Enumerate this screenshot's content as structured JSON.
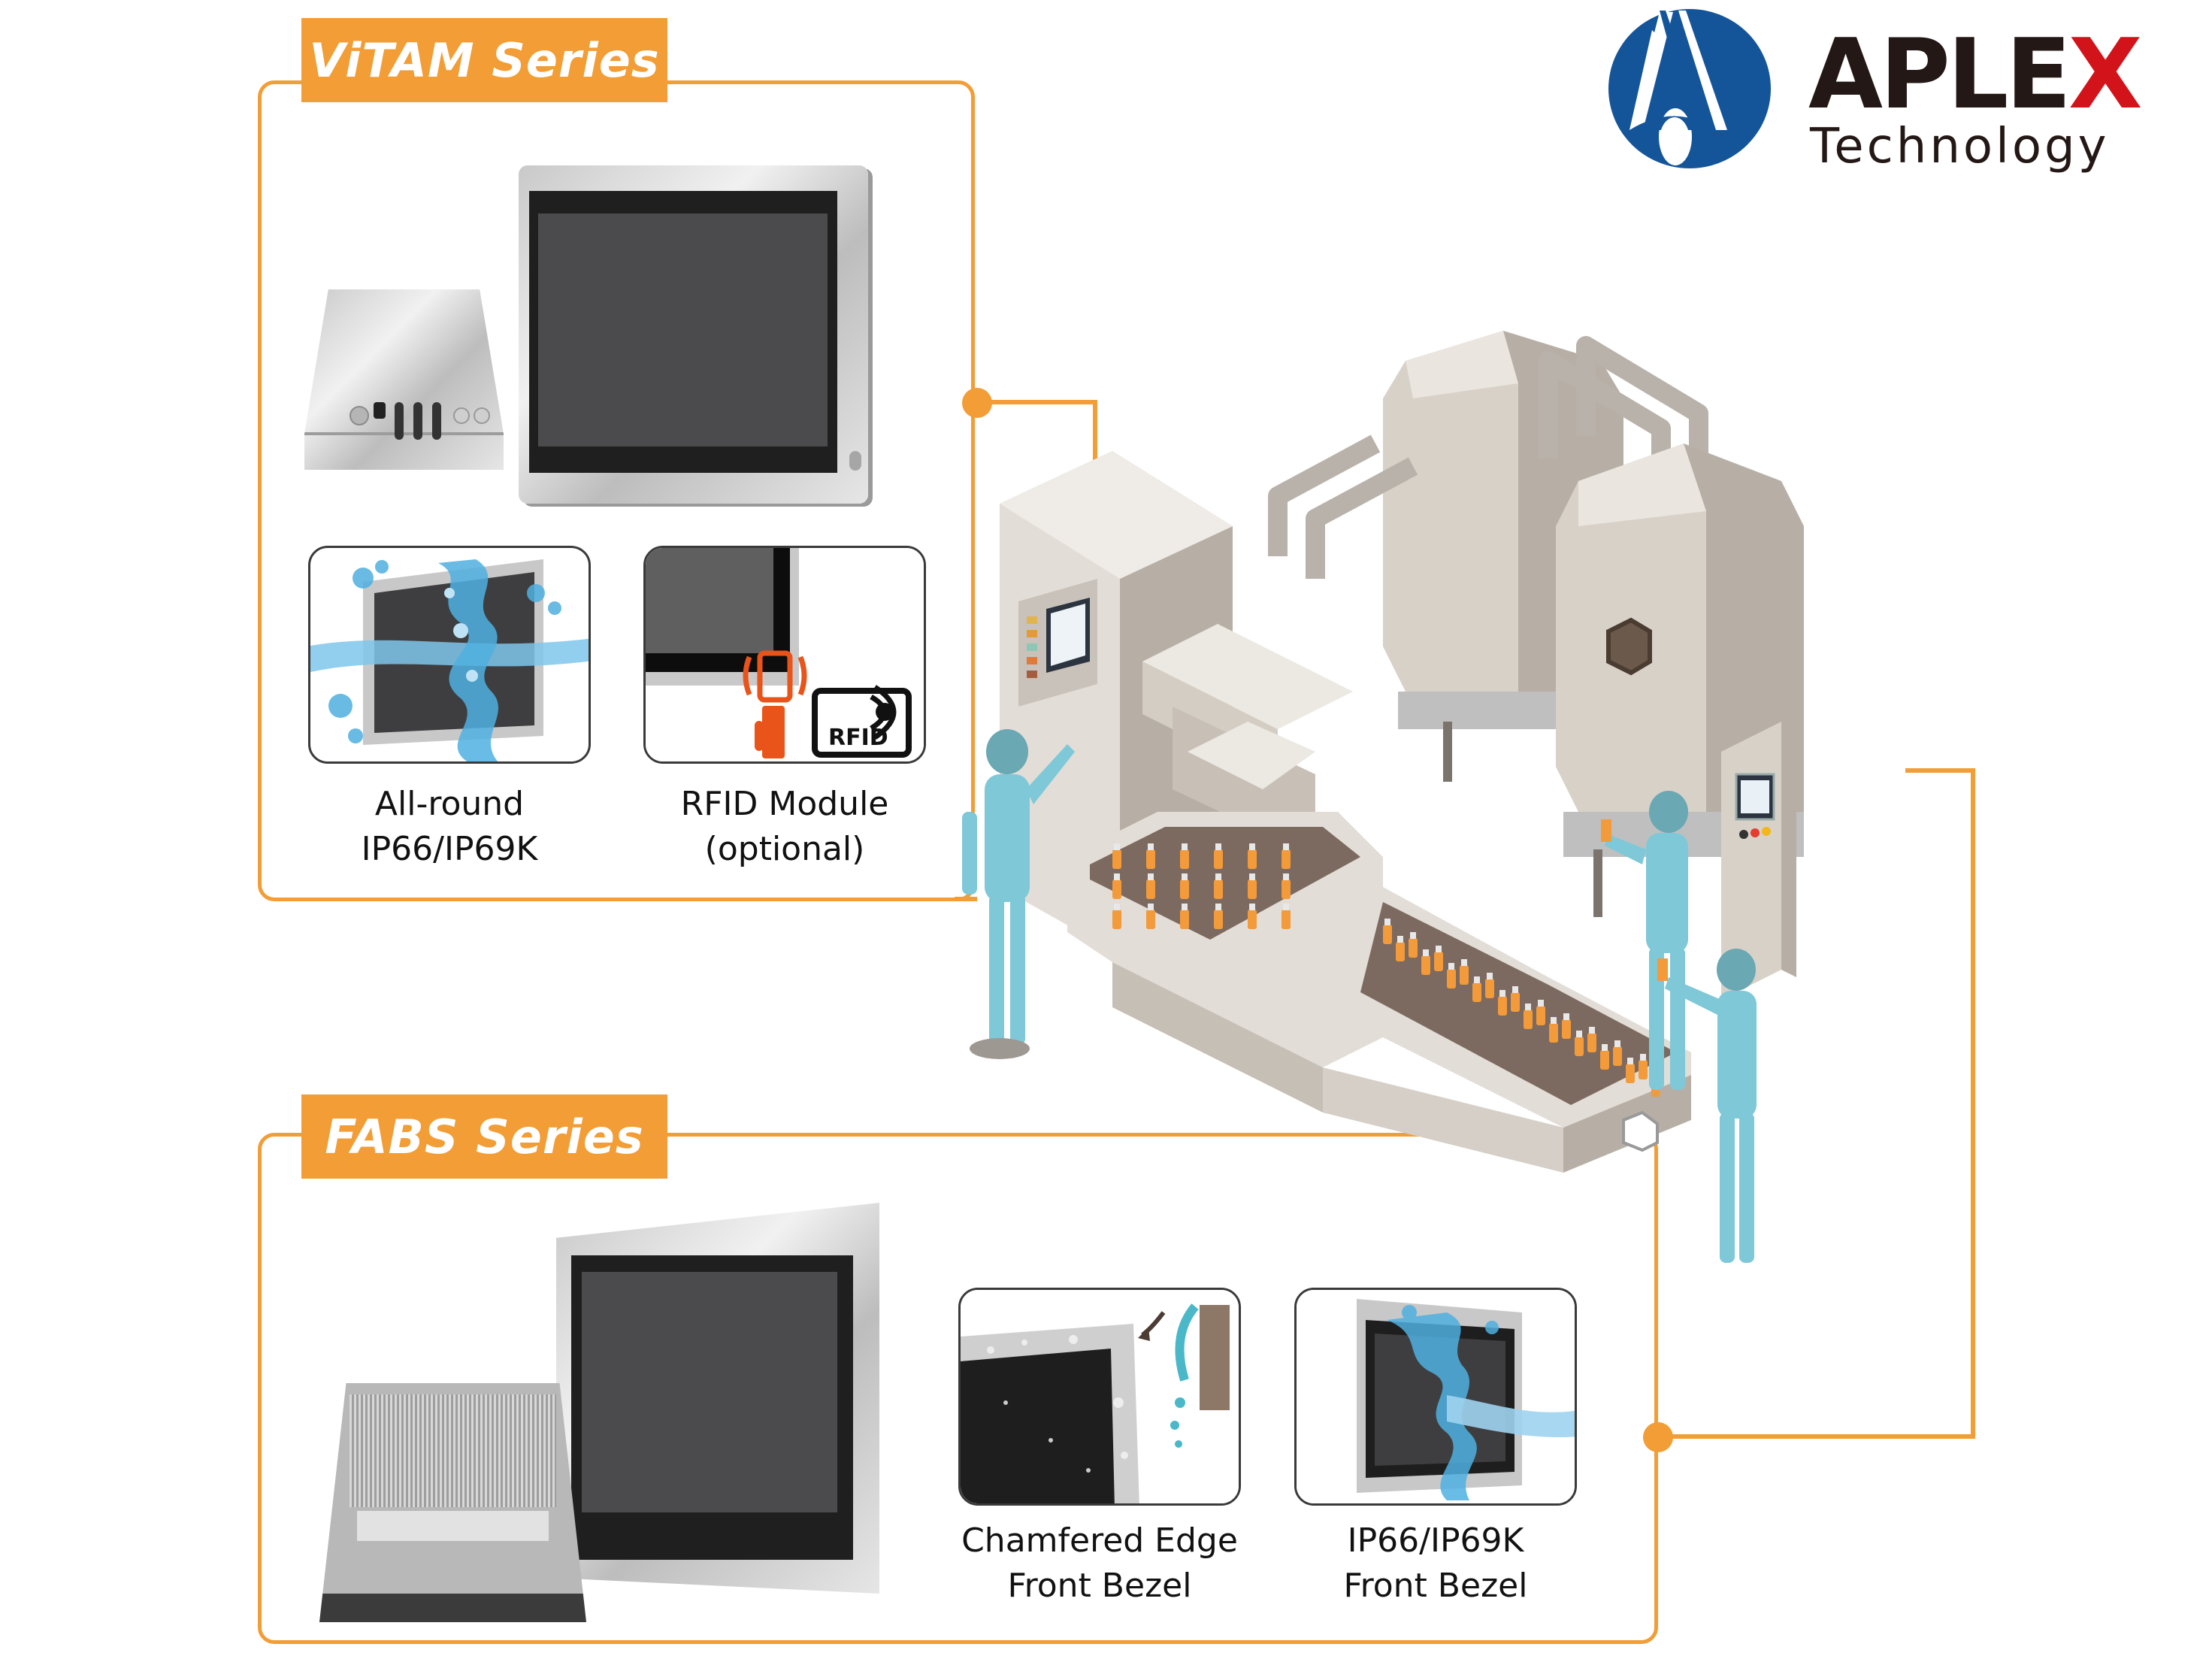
{
  "brand": {
    "logo_wordmark": "APLE",
    "logo_wordmark_last": "X",
    "logo_subtitle": "Technology",
    "colors": {
      "accent_orange": "#f29d35",
      "logo_blue": "#14559a",
      "logo_red": "#d2131a",
      "logo_dark": "#231815",
      "worker_teal": "#7ec8d8",
      "bottle_orange": "#f39a3a"
    }
  },
  "vitam": {
    "title": "ViTAM Series",
    "product_icon": "stainless-panel-pc",
    "features": [
      {
        "icon": "water-splash-icon",
        "line1": "All-round",
        "line2": "IP66/IP69K"
      },
      {
        "icon": "rfid-icon",
        "line1": "RFID Module",
        "line2": "(optional)",
        "badge": "RFID"
      }
    ]
  },
  "fabs": {
    "title": "FABS Series",
    "product_icon": "flat-bezel-panel-pc",
    "features": [
      {
        "icon": "chamfered-edge-icon",
        "line1": "Chamfered Edge",
        "line2": "Front Bezel"
      },
      {
        "icon": "water-splash-icon",
        "line1": "IP66/IP69K",
        "line2": "Front Bezel"
      }
    ]
  },
  "scene": {
    "description": "Isometric pharmaceutical bottling line with tanks, control panels, conveyor and workers",
    "icons": [
      "factory-machine-icon",
      "storage-tank-icon",
      "conveyor-belt-icon",
      "worker-icon",
      "bottle-icon",
      "hmi-panel-icon"
    ]
  }
}
